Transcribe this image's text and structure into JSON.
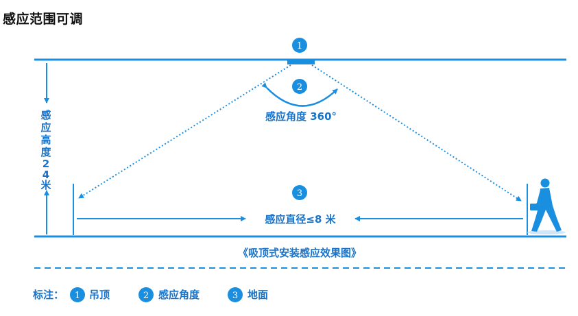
{
  "title": "感应范围可调",
  "colors": {
    "accent": "#1a8fe0",
    "text": "#1a73c7",
    "title": "#111111"
  },
  "markers": {
    "m1": "1",
    "m2": "2",
    "m3": "3"
  },
  "labels": {
    "angle": "感应角度 360°",
    "height_chars": [
      "感",
      "应",
      "高",
      "度",
      "2",
      ".",
      "4",
      "米"
    ],
    "diameter": "感应直径≤8 米",
    "caption": "《吸顶式安装感应效果图》"
  },
  "legend": {
    "heading": "标注：",
    "items": [
      {
        "num": "1",
        "label": "吊顶"
      },
      {
        "num": "2",
        "label": "感应角度"
      },
      {
        "num": "3",
        "label": "地面"
      }
    ]
  },
  "icons": [
    "walking-person-icon"
  ]
}
